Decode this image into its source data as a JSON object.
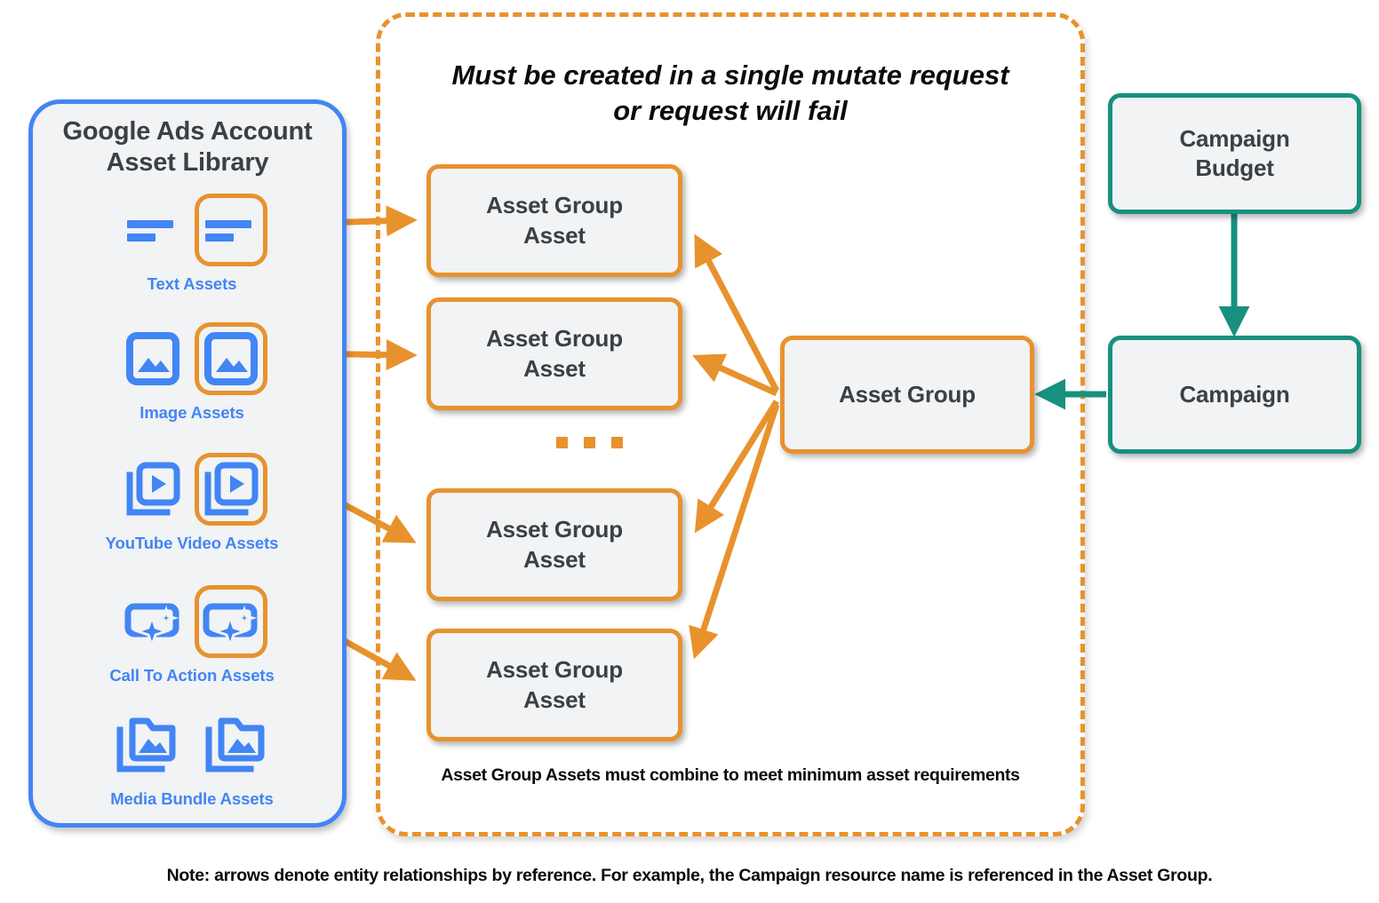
{
  "diagram": {
    "bottom_note": "Note: arrows denote entity relationships by reference. For example, the Campaign resource name is referenced in the Asset Group.",
    "colors": {
      "orange": "#e8922e",
      "blue": "#4285f4",
      "teal": "#17907f",
      "node_fill": "#f1f3f4",
      "text_dark": "#3c4043"
    }
  },
  "asset_library": {
    "title": "Google Ads Account\nAsset Library",
    "items": [
      {
        "label": "Text Assets",
        "icon": "text-asset-icon",
        "highlighted": true
      },
      {
        "label": "Image Assets",
        "icon": "image-asset-icon",
        "highlighted": true
      },
      {
        "label": "YouTube Video  Assets",
        "icon": "youtube-video-asset-icon",
        "highlighted": true
      },
      {
        "label": "Call To Action Assets",
        "icon": "call-to-action-asset-icon",
        "highlighted": true
      },
      {
        "label": "Media Bundle  Assets",
        "icon": "media-bundle-asset-icon",
        "highlighted": false
      }
    ]
  },
  "mutate_container": {
    "title": "Must be created in a single mutate request\nor request will fail",
    "footnote": "Asset Group Assets must combine to meet minimum asset requirements",
    "ellipsis": "..."
  },
  "nodes": {
    "asset_group_assets": [
      {
        "label": "Asset Group\nAsset"
      },
      {
        "label": "Asset Group\nAsset"
      },
      {
        "label": "Asset Group\nAsset"
      },
      {
        "label": "Asset Group\nAsset"
      }
    ],
    "asset_group": {
      "label": "Asset Group"
    },
    "campaign_budget": {
      "label": "Campaign\nBudget"
    },
    "campaign": {
      "label": "Campaign"
    }
  }
}
